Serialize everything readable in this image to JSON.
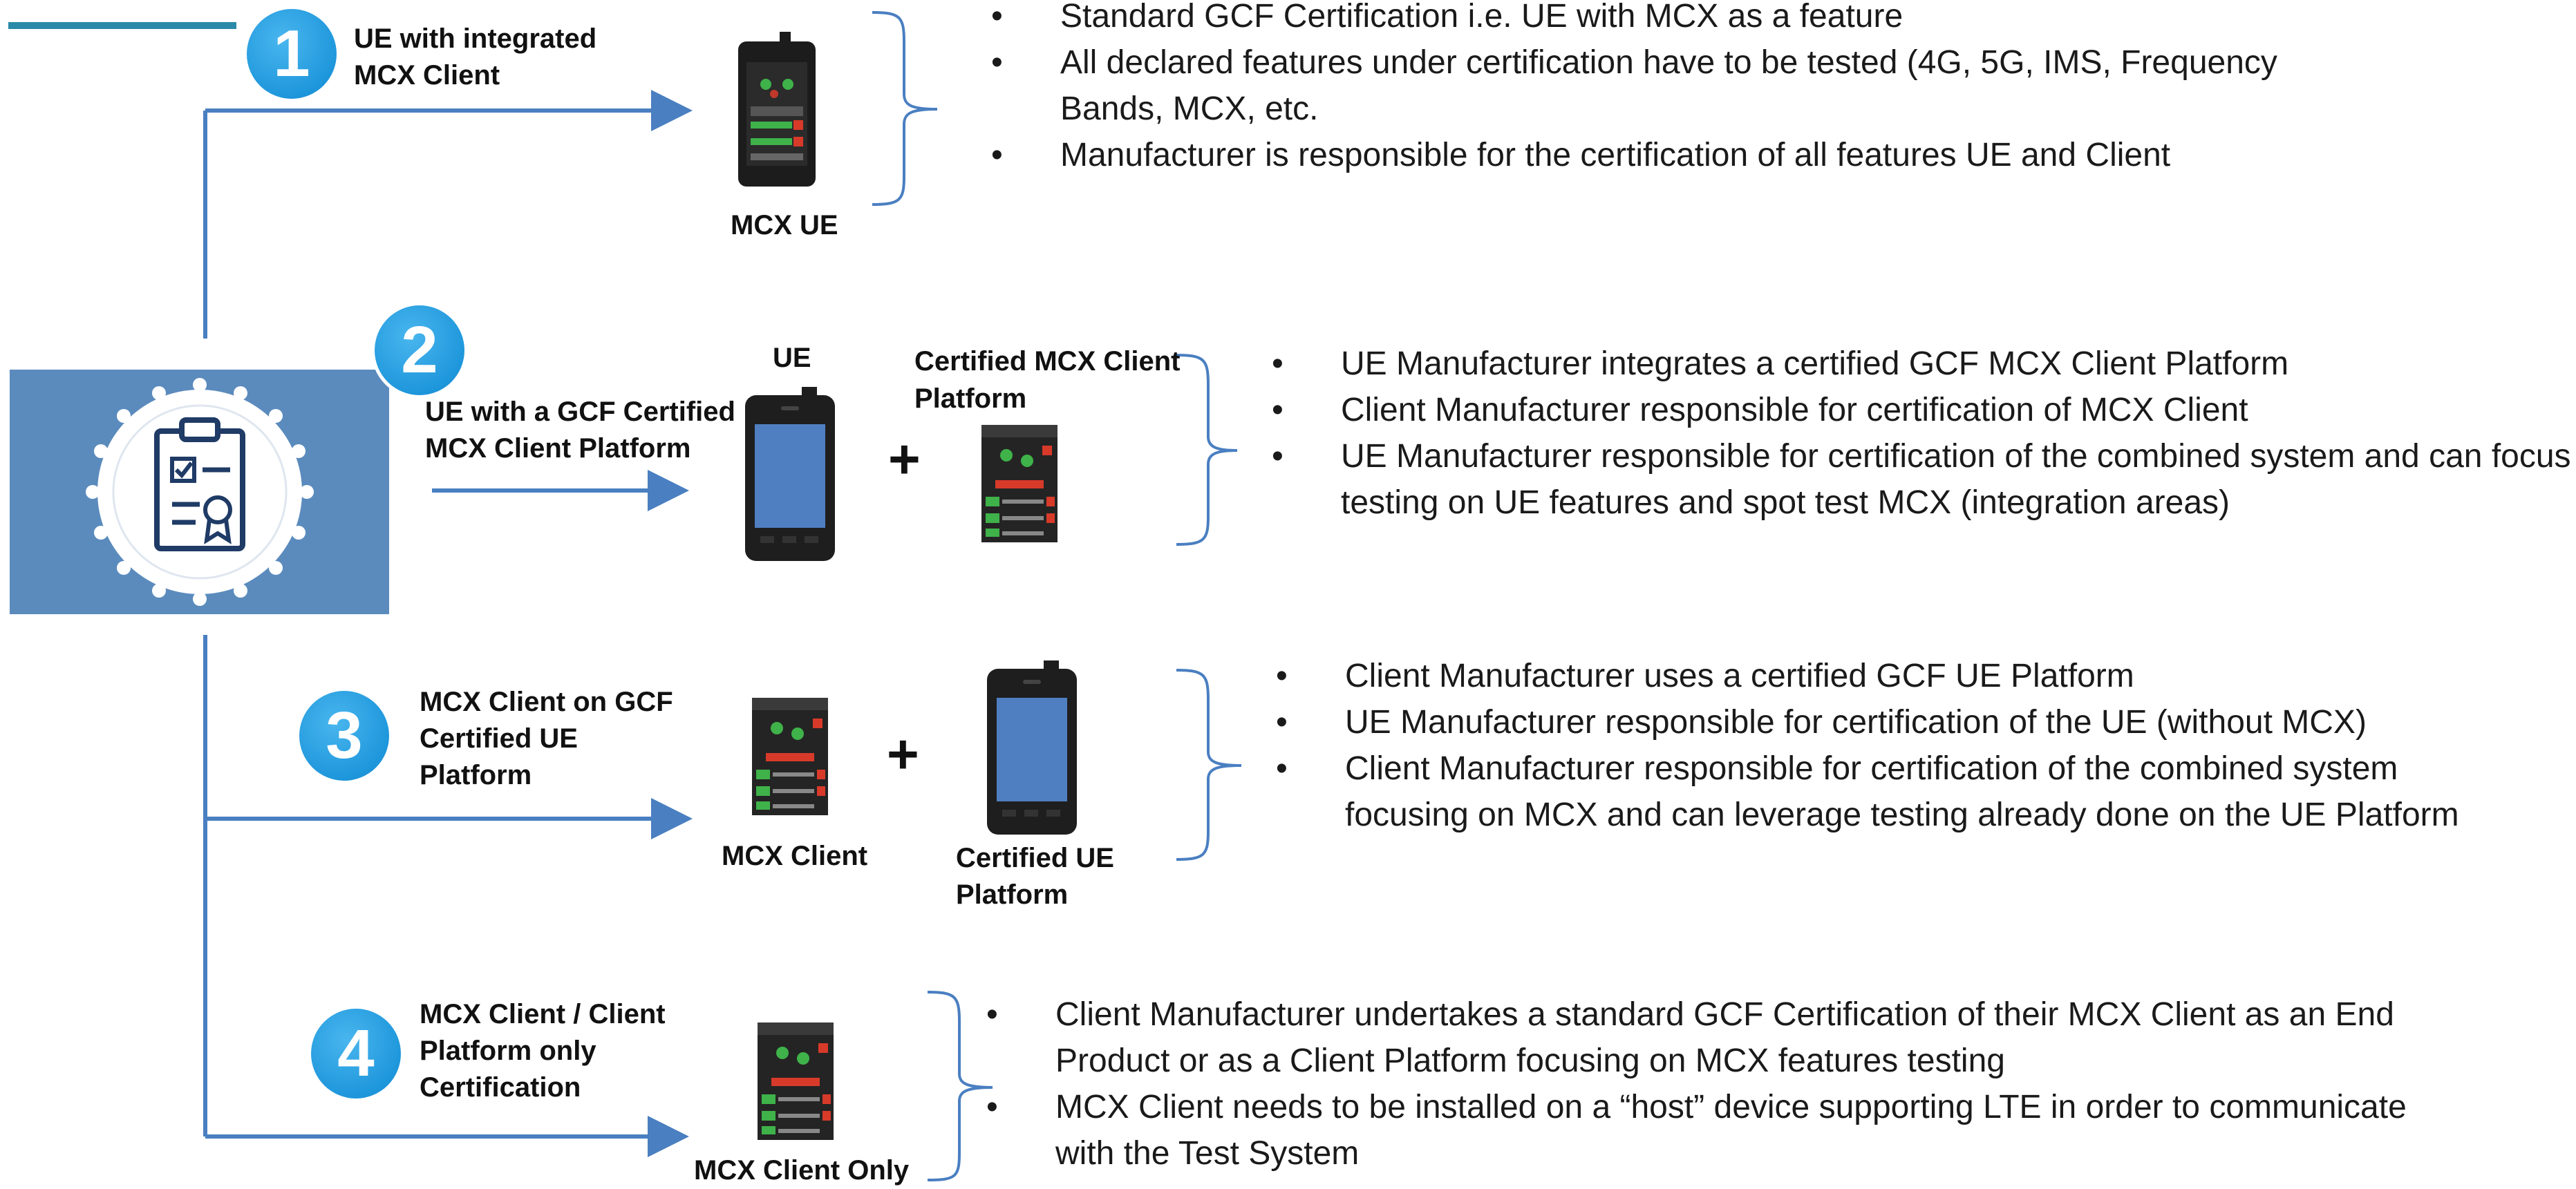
{
  "rows": [
    {
      "number": "1",
      "label_lines": [
        "UE with integrated",
        "MCX Client"
      ],
      "device_captions": [
        "MCX UE"
      ],
      "bullets": [
        "Standard GCF Certification i.e. UE with MCX as a feature",
        "All declared features under certification have to be tested (4G, 5G, IMS, Frequency Bands, MCX, etc.",
        "Manufacturer is responsible for the certification of all features UE and Client"
      ]
    },
    {
      "number": "2",
      "label_lines": [
        "UE with a GCF Certified",
        "MCX Client Platform"
      ],
      "device_captions": [
        "UE",
        "Certified MCX Client",
        "Platform"
      ],
      "plus": "+",
      "bullets": [
        "UE Manufacturer integrates a certified GCF MCX Client Platform",
        "Client Manufacturer responsible for certification of MCX Client",
        "UE Manufacturer responsible for certification of the combined system and can focus testing on UE features and spot test MCX (integration areas)"
      ]
    },
    {
      "number": "3",
      "label_lines": [
        "MCX Client on  GCF",
        "Certified UE",
        "Platform"
      ],
      "device_captions": [
        "MCX Client",
        "Certified UE",
        "Platform"
      ],
      "plus": "+",
      "bullets": [
        "Client Manufacturer uses a certified GCF UE Platform",
        "UE Manufacturer responsible for certification of the UE (without MCX)",
        "Client Manufacturer responsible for certification of the combined system focusing on MCX and can leverage testing already done on the UE Platform"
      ]
    },
    {
      "number": "4",
      "label_lines": [
        "MCX Client / Client",
        "Platform only",
        "Certification"
      ],
      "device_captions": [
        "MCX Client Only"
      ],
      "bullets": [
        "Client Manufacturer undertakes a standard GCF Certification of their MCX Client as an End Product or as a Client Platform focusing on MCX features testing",
        "MCX Client needs to be installed on a “host” device supporting LTE in order to communicate with the Test System"
      ]
    }
  ],
  "hub_icon": "certificate-clipboard-icon",
  "colors": {
    "accent_blue": "#4a7fc1",
    "hub_fill": "#5b8bbd",
    "badge_blue": "#1f97dc",
    "top_bar": "#2b8aa8"
  }
}
